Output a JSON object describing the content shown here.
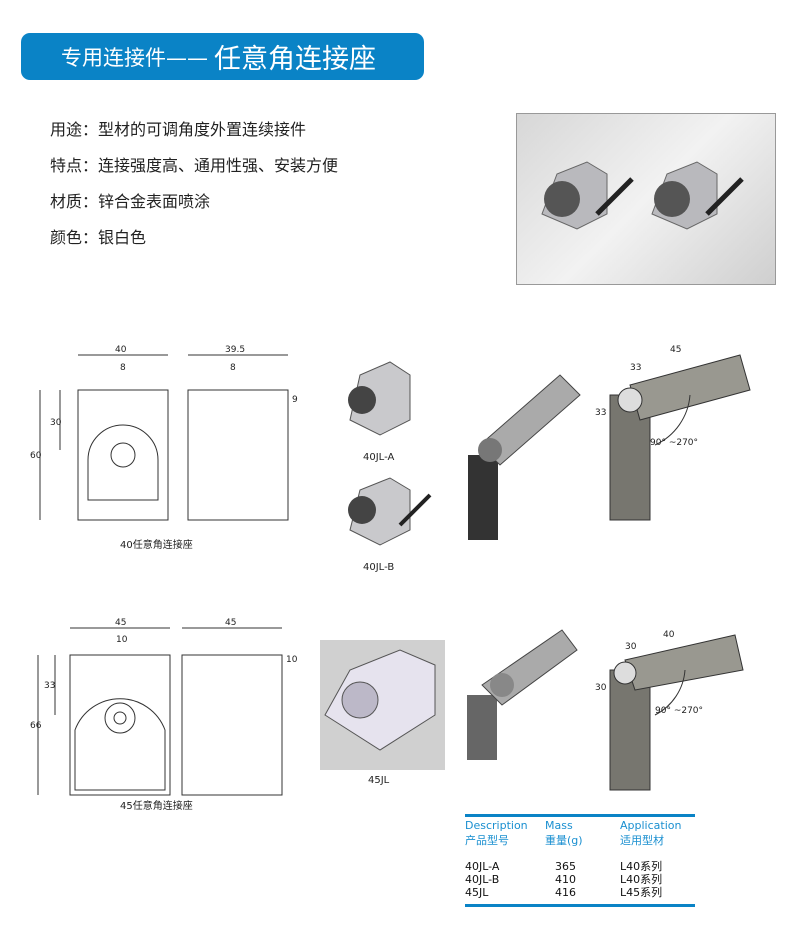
{
  "banner": {
    "subtitle": "专用连接件——",
    "title": "任意角连接座"
  },
  "specs": [
    "用途：型材的可调角度外置连续接件",
    "特点：连接强度高、通用性强、安装方便",
    "材质：锌合金表面喷涂",
    "颜色：银白色"
  ],
  "drawing40": {
    "caption": "40任意角连接座",
    "dims": [
      "40",
      "8",
      "39.5",
      "8",
      "9",
      "30",
      "60"
    ]
  },
  "drawing45": {
    "caption": "45任意角连接座",
    "dims": [
      "45",
      "10",
      "45",
      "10",
      "33",
      "66"
    ]
  },
  "models": {
    "a": "40JL-A",
    "b": "40JL-B",
    "c": "45JL"
  },
  "angle40": {
    "d1": "33",
    "d2": "45",
    "d3": "33",
    "range": "90° ~270°"
  },
  "angle45": {
    "d1": "30",
    "d2": "40",
    "d3": "30",
    "range": "90° ~270°"
  },
  "table": {
    "headers": [
      {
        "en": "Description",
        "cn": "产品型号"
      },
      {
        "en": "Mass",
        "cn": "重量(g)"
      },
      {
        "en": "Application",
        "cn": "适用型材"
      }
    ],
    "rows": [
      [
        "40JL-A",
        "365",
        "L40系列"
      ],
      [
        "40JL-B",
        "410",
        "L40系列"
      ],
      [
        "45JL",
        "416",
        "L45系列"
      ]
    ]
  },
  "colors": {
    "accent": "#0a83c6"
  }
}
